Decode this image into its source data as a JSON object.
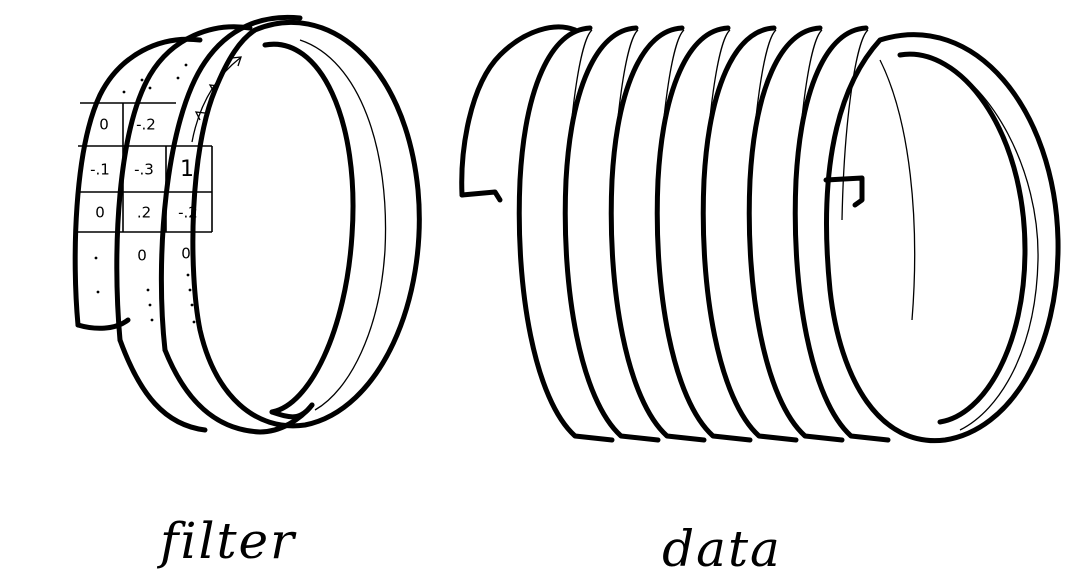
{
  "labels": {
    "filter": "filter",
    "data": "data"
  },
  "filter_grid": {
    "rows": [
      [
        "0",
        "-.2",
        ""
      ],
      [
        "-.1",
        "-.3",
        "1"
      ],
      [
        "0",
        ".2",
        "-.2"
      ],
      [
        "",
        "0",
        "0"
      ]
    ]
  }
}
